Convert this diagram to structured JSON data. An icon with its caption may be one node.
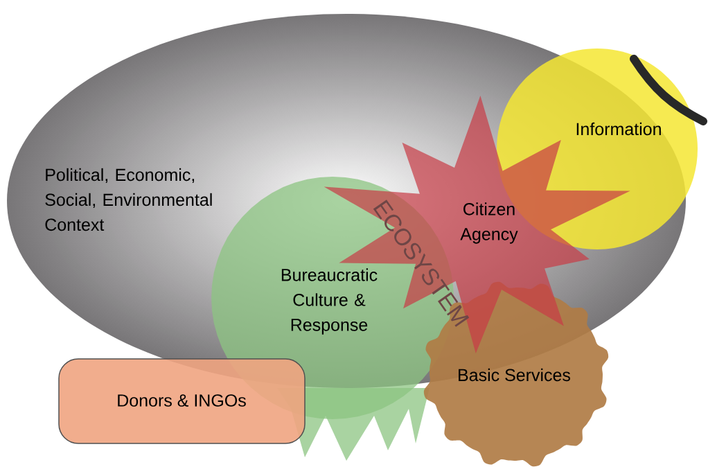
{
  "diagram": {
    "nodes": [
      {
        "text": [
          "Political, Economic, Social, Environmental Context"
        ]
      },
      {
        "text": [
          "Information"
        ]
      },
      {
        "text": [
          "Citizen Agency"
        ]
      },
      {
        "text": [
          "Bureaucratic Culture & Response"
        ]
      },
      {
        "text": [
          "Basic Services"
        ]
      },
      {
        "text": [
          "Donors & INGOs"
        ]
      }
    ],
    "labels": [
      "ECOSYSTEM"
    ]
  }
}
